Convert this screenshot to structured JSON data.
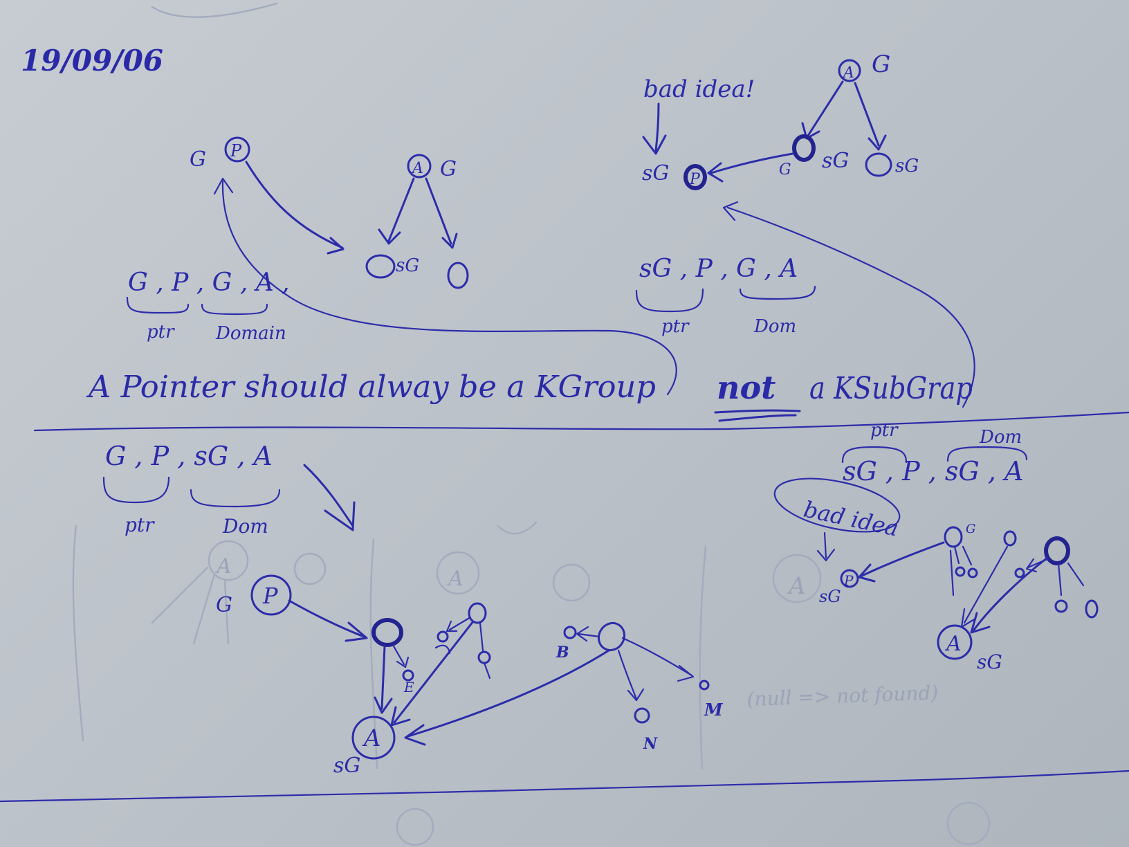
{
  "date": "19/09/06",
  "top_left": {
    "p_label": "P",
    "p_side": "G",
    "a_label": "A",
    "a_side": "G",
    "child_sub": "sG",
    "tuple": "G , P , G , A ,",
    "brace_left": "ptr",
    "brace_right": "Domain"
  },
  "top_right": {
    "bad_note": "bad idea!",
    "a_label": "A",
    "a_side": "G",
    "p_label": "P",
    "p_side": "sG",
    "mid_g": "G",
    "mid_sg1": "sG",
    "mid_sg2": "sG",
    "tuple": "sG , P , G , A",
    "brace_left": "ptr",
    "brace_right": "Dom"
  },
  "main_sentence": {
    "part1": "A Pointer should alway be a KGroup",
    "part2": "not",
    "part3": "a KSubGrap"
  },
  "bottom_left": {
    "tuple": "G , P , sG , A",
    "brace_left": "ptr",
    "brace_right": "Dom",
    "p_label": "P",
    "g_label": "G",
    "a_label": "A",
    "a_sub": "sG",
    "node_b": "B",
    "node_e": "E",
    "node_m": "M",
    "node_n": "N",
    "faint_a1": "A",
    "faint_a2": "A"
  },
  "bottom_right": {
    "brace_top_left": "ptr",
    "brace_top_right": "Dom",
    "tuple": "sG , P , sG , A",
    "bad_note": "bad idea",
    "p_label": "P",
    "p_sub": "sG",
    "g_label": "G",
    "a_label": "A",
    "a_sub": "sG",
    "faint_a": "A",
    "faint_note": "(null => not found)"
  },
  "colors": {
    "ink": "#2c2caa",
    "paper": "#c1c7ce",
    "faint_ink": "#a3abbe"
  }
}
